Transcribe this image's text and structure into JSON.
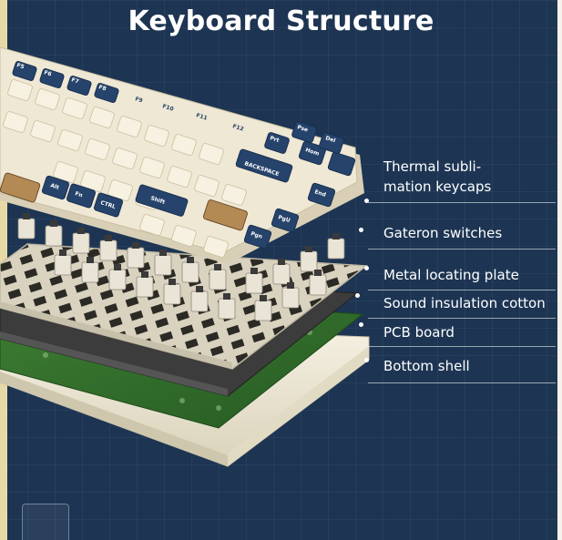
{
  "title": "Keyboard Structure",
  "layers": [
    {
      "label": "Thermal subli-\nmation keycaps"
    },
    {
      "label": "Gateron switches"
    },
    {
      "label": "Metal locating plate"
    },
    {
      "label": "Sound insulation cotton"
    },
    {
      "label": "PCB board"
    },
    {
      "label": "Bottom shell"
    }
  ],
  "keycaps": {
    "f_row": [
      "F5",
      "F6",
      "F7",
      "F8",
      "F9",
      "F10",
      "F11",
      "F12",
      "Prt",
      "Pse",
      "Del"
    ],
    "backspace": "BACKSPACE",
    "home": "Hom",
    "end": "End",
    "pgup": "PgU",
    "pgdn": "Pgn",
    "shift": "Shift",
    "ctrl": "CTRL",
    "fn": "Fn",
    "alt": "Alt"
  },
  "colors": {
    "background": "#1d3553",
    "cream_keycap": "#efe8d4",
    "navy_keycap": "#25436b",
    "pcb": "#2f6b2a",
    "shell": "#efead7",
    "plate": "#d8d2bf",
    "cotton": "#3c3c3c"
  }
}
